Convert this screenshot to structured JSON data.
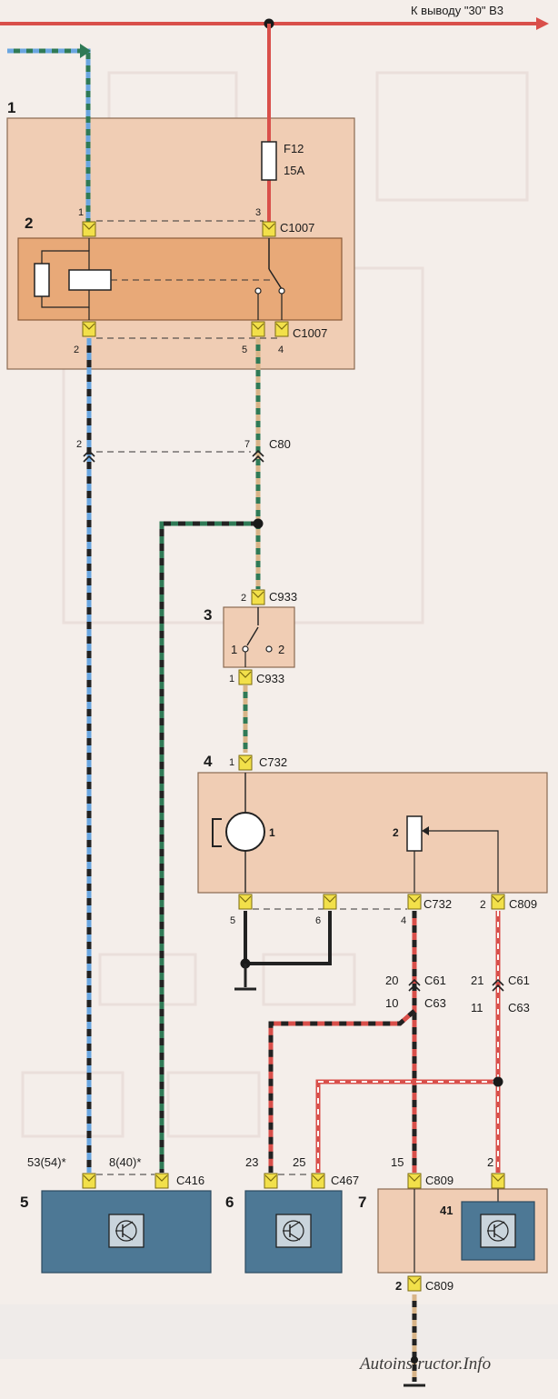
{
  "header": {
    "feed_label": "К выводу \"30\" В3"
  },
  "colors": {
    "background": "#f4eeea",
    "block_tan": "#f0cdb4",
    "block_relay": "#e8a978",
    "block_blue": "#4d7895",
    "wire_red": "#d94f4a",
    "wire_green": "#2f7a56",
    "wire_blue": "#6aa6e0",
    "wire_black": "#222222",
    "wire_tan": "#d8b488",
    "connector_yellow": "#f2e04a"
  },
  "blocks": {
    "b1": {
      "number": "1"
    },
    "b2": {
      "number": "2"
    },
    "b3": {
      "number": "3"
    },
    "b4": {
      "number": "4"
    },
    "b5": {
      "number": "5"
    },
    "b6": {
      "number": "6"
    },
    "b7": {
      "number": "7"
    }
  },
  "fuse": {
    "name": "F12",
    "rating": "15A"
  },
  "connectors": {
    "c1007_top": {
      "name": "C1007",
      "pin_left": "1",
      "pin_right": "3"
    },
    "c1007_bottom": {
      "name": "C1007",
      "pin_left": "2",
      "pin_mid": "5",
      "pin_right": "4"
    },
    "c80": {
      "name": "C80",
      "pin_left": "2",
      "pin_right": "7"
    },
    "c933_top": {
      "name": "C933",
      "pin": "2"
    },
    "c933_bottom": {
      "name": "C933",
      "pin": "1"
    },
    "c732_top": {
      "name": "C732",
      "pin": "1"
    },
    "c732_bottom": {
      "name": "C732",
      "pin_5": "5",
      "pin_6": "6",
      "pin_4": "4"
    },
    "c809_side": {
      "name": "C809",
      "pin": "2"
    },
    "c61_c63_left": {
      "name_top": "C61",
      "name_bottom": "C63",
      "pin_top": "20",
      "pin_bottom": "10"
    },
    "c61_c63_right": {
      "name_top": "C61",
      "name_bottom": "C63",
      "pin_top": "21",
      "pin_bottom": "11"
    },
    "c416": {
      "name": "C416",
      "pin_left": "53(54)*",
      "pin_right": "8(40)*"
    },
    "c467": {
      "name": "C467",
      "pin_left": "23",
      "pin_right": "25"
    },
    "c809_top": {
      "name": "C809",
      "pin_left": "15",
      "pin_right": "2"
    },
    "c809_bottom": {
      "name": "C809",
      "pin": "2"
    }
  },
  "switch3": {
    "pin_1": "1",
    "pin_2": "2"
  },
  "motor4": {
    "label_1": "1",
    "label_2": "2"
  },
  "module7": {
    "label": "41"
  },
  "watermark": "Autoinstructor.Info"
}
